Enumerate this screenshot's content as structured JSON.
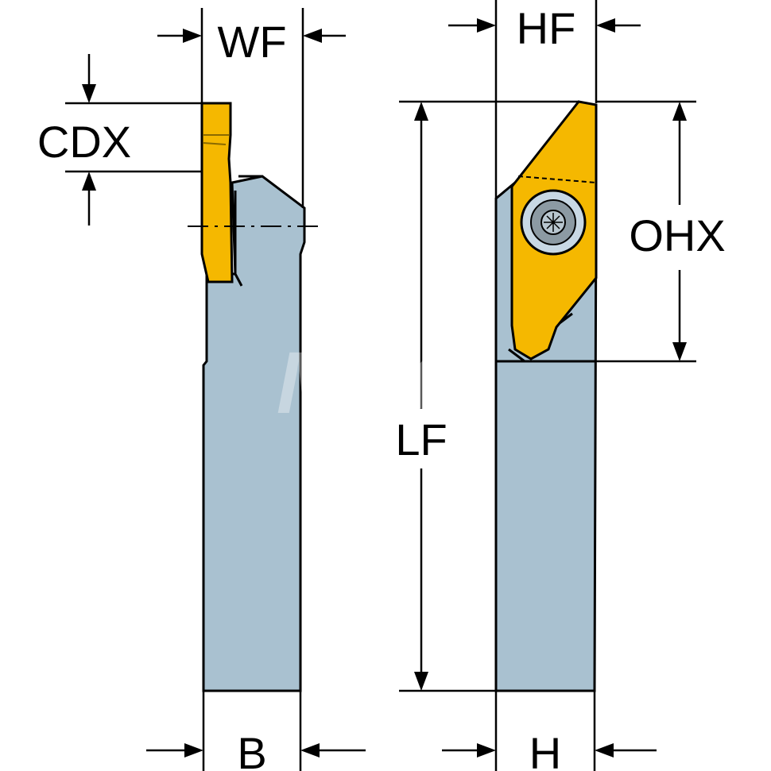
{
  "dimensions": {
    "wf": "WF",
    "cdx": "CDX",
    "b": "B",
    "hf": "HF",
    "ohx": "OHX",
    "lf": "LF",
    "h": "H"
  },
  "colors": {
    "holder": "#a9c1d0",
    "insert": "#f5b800",
    "outline": "#000000"
  },
  "watermark": "MSC"
}
